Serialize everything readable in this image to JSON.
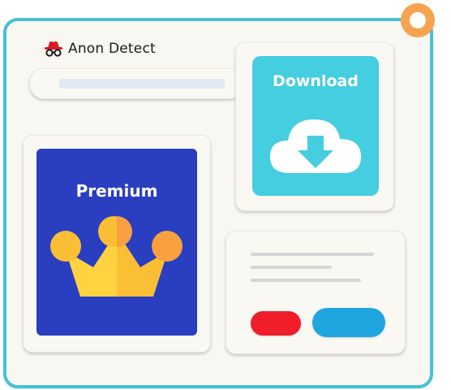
{
  "brand": {
    "name": "Anon Detect",
    "logo_icon": "spy-hat-glasses-icon"
  },
  "address_bar": {
    "value": ""
  },
  "download_card": {
    "label": "Download",
    "icon": "cloud-download-icon",
    "color": "#45cde0"
  },
  "premium_card": {
    "label": "Premium",
    "icon": "crown-icon",
    "color": "#2a3ec0"
  },
  "dialog": {
    "buttons": [
      {
        "label": "",
        "color": "#ef1e2a"
      },
      {
        "label": "",
        "color": "#20a6df"
      }
    ]
  },
  "colors": {
    "frame": "#45c1d6",
    "accent": "#f7a24e",
    "background": "#f8f7f1"
  }
}
